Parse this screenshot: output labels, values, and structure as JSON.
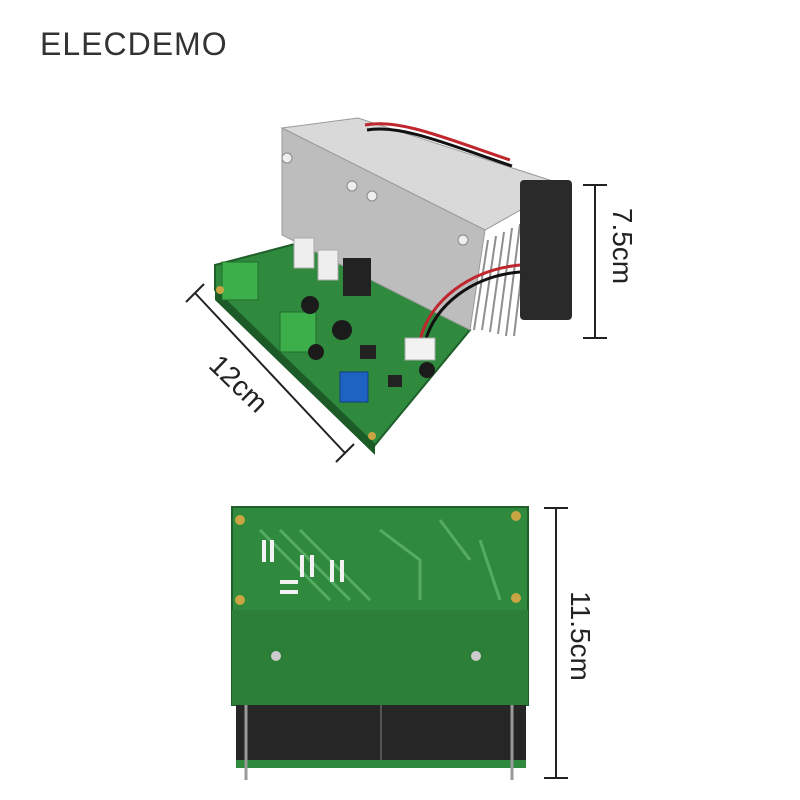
{
  "brand": "ELECDEMO",
  "dimensions": {
    "height_top": "7.5cm",
    "width_top": "12cm",
    "length_bottom": "11.5cm"
  },
  "colors": {
    "pcb_green": "#2f8a3e",
    "heatsink": "#c9c9c9",
    "fan": "#2a2a2a",
    "terminal": "#3cae4a",
    "blue_pot": "#1f63c2"
  }
}
